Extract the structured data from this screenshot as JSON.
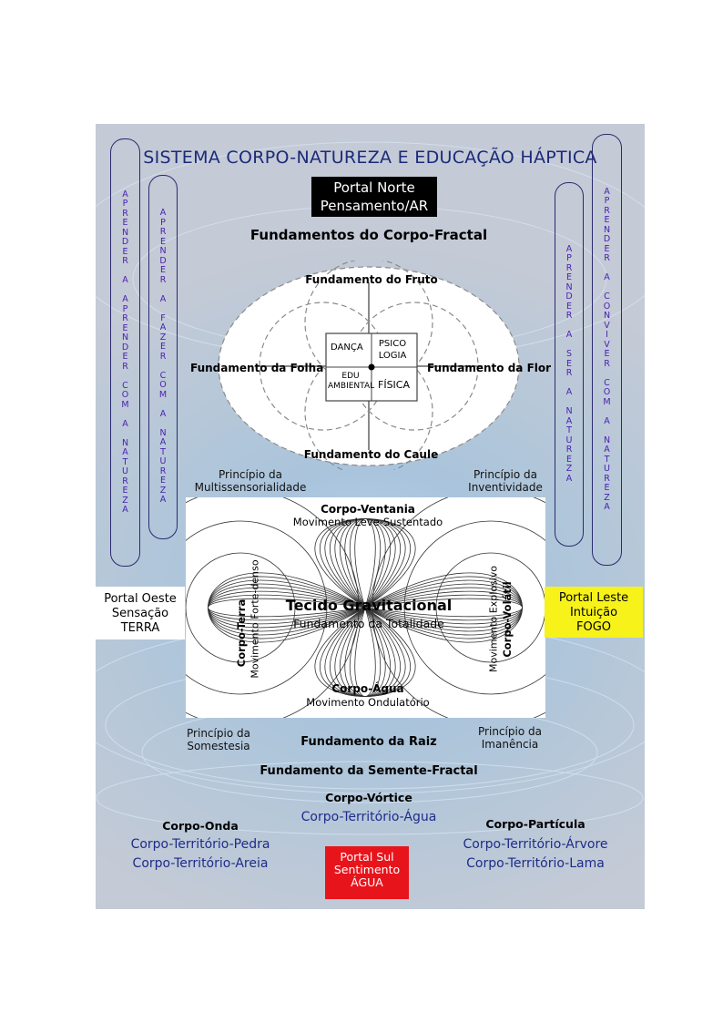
{
  "title": "SISTEMA CORPO-NATUREZA E EDUCAÇÃO HÁPTICA",
  "pills": {
    "left_outer": [
      "A",
      "P",
      "R",
      "E",
      "N",
      "D",
      "E",
      "R",
      "",
      "A",
      "",
      "A",
      "P",
      "R",
      "E",
      "N",
      "D",
      "E",
      "R",
      "",
      "C",
      "O",
      "M",
      "",
      "A",
      "",
      "N",
      "A",
      "T",
      "U",
      "R",
      "E",
      "Z",
      "A"
    ],
    "left_inner": [
      "A",
      "P",
      "R",
      "E",
      "N",
      "D",
      "E",
      "R",
      "",
      "A",
      "",
      "F",
      "A",
      "Z",
      "E",
      "R",
      "",
      "C",
      "O",
      "M",
      "",
      "A",
      "",
      "N",
      "A",
      "T",
      "U",
      "R",
      "E",
      "Z",
      "A"
    ],
    "right_inner": [
      "A",
      "P",
      "R",
      "E",
      "N",
      "D",
      "E",
      "R",
      "",
      "A",
      "",
      "S",
      "E",
      "R",
      "",
      "A",
      "",
      "N",
      "A",
      "T",
      "U",
      "R",
      "E",
      "Z",
      "A"
    ],
    "right_outer": [
      "A",
      "P",
      "R",
      "E",
      "N",
      "D",
      "E",
      "R",
      "",
      "A",
      "",
      "C",
      "O",
      "N",
      "V",
      "I",
      "V",
      "E",
      "R",
      "",
      "C",
      "O",
      "M",
      "",
      "A",
      "",
      "N",
      "A",
      "T",
      "U",
      "R",
      "E",
      "Z",
      "A"
    ]
  },
  "portal_norte": {
    "line1": "Portal Norte",
    "line2": "Pensamento/AR"
  },
  "fundamentos_title": "Fundamentos do Corpo-Fractal",
  "flower": {
    "top": "Fundamento do Fruto",
    "left": "Fundamento da Folha",
    "right": "Fundamento da Flor",
    "bottom": "Fundamento do Caule",
    "cells": {
      "tl": "DANÇA",
      "tr1": "PSICO",
      "tr2": "LOGIA",
      "bl1": "EDU",
      "bl2": "AMBIENTAL",
      "br": "FÍSICA"
    }
  },
  "principles": {
    "tl1": "Princípio da",
    "tl2": "Multissensorialidade",
    "tr1": "Princípio da",
    "tr2": "Inventividade",
    "bl1": "Princípio da",
    "bl2": "Somestesia",
    "br1": "Princípio da",
    "br2": "Imanência"
  },
  "gravity": {
    "top_title": "Corpo-Ventania",
    "top_sub": "Movimento Leve-Sustentado",
    "left_title": "Corpo-Terra",
    "left_sub": "Movimento Forte-denso",
    "right_title": "Corpo-Volátil",
    "right_sub": "Movimento Explosivo",
    "bottom_title": "Corpo-Água",
    "bottom_sub": "Movimento Ondulatório",
    "center_title": "Tecido Gravitacional",
    "center_sub": "Fundamento da Totalidade"
  },
  "portal_oeste": {
    "l1": "Portal Oeste",
    "l2": "Sensação",
    "l3": "TERRA"
  },
  "portal_leste": {
    "l1": "Portal Leste",
    "l2": "Intuição",
    "l3": "FOGO"
  },
  "raiz": "Fundamento da Raiz",
  "semente": "Fundamento da Semente-Fractal",
  "vortice": {
    "title": "Corpo-Vórtice",
    "t1": "Corpo-Território-Água"
  },
  "onda": {
    "title": "Corpo-Onda",
    "t1": "Corpo-Território-Pedra",
    "t2": "Corpo-Território-Areia"
  },
  "particula": {
    "title": "Corpo-Partícula",
    "t1": "Corpo-Território-Árvore",
    "t2": "Corpo-Território-Lama"
  },
  "portal_sul": {
    "l1": "Portal Sul",
    "l2": "Sentimento",
    "l3": "ÁGUA"
  },
  "colors": {
    "title": "#1b2a7a",
    "pill_text": "#4a1fb0",
    "sul_red": "#e8141c",
    "leste_yellow": "#f7f21a",
    "territory_blue": "#1e2c8a"
  }
}
